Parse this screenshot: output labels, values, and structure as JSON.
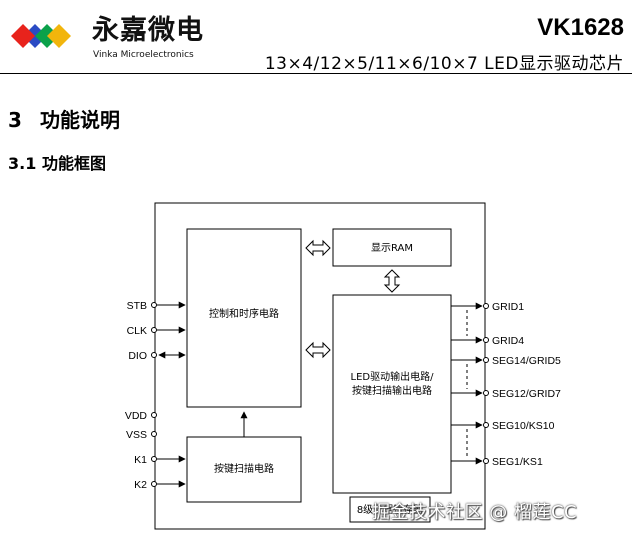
{
  "header": {
    "brand_cn": "永嘉微电",
    "brand_en": "Vinka Microelectronics",
    "model": "VK1628",
    "subtitle": "13×4/12×5/11×6/10×7  LED显示驱动芯片",
    "logo_colors": [
      "#e8231c",
      "#2a4bc4",
      "#0ba14a",
      "#f2b50c"
    ]
  },
  "section": {
    "number": "3",
    "title": "功能说明"
  },
  "subsection": {
    "number": "3.1",
    "title": "功能框图"
  },
  "diagram": {
    "blocks": {
      "control": "控制和时序电路",
      "ram": "显示RAM",
      "driver_line1": "LED驱动输出电路/",
      "driver_line2": "按键扫描输出电路",
      "keyscan": "按键扫描电路",
      "osc": "8级数据锁存器"
    },
    "left_pins": [
      "STB",
      "CLK",
      "DIO",
      "VDD",
      "VSS",
      "K1",
      "K2"
    ],
    "right_pins": [
      "GRID1",
      "GRID4",
      "SEG14/GRID5",
      "SEG12/GRID7",
      "SEG10/KS10",
      "SEG1/KS1"
    ]
  },
  "watermark": "掘金技术社区 @ 榴莲CC"
}
